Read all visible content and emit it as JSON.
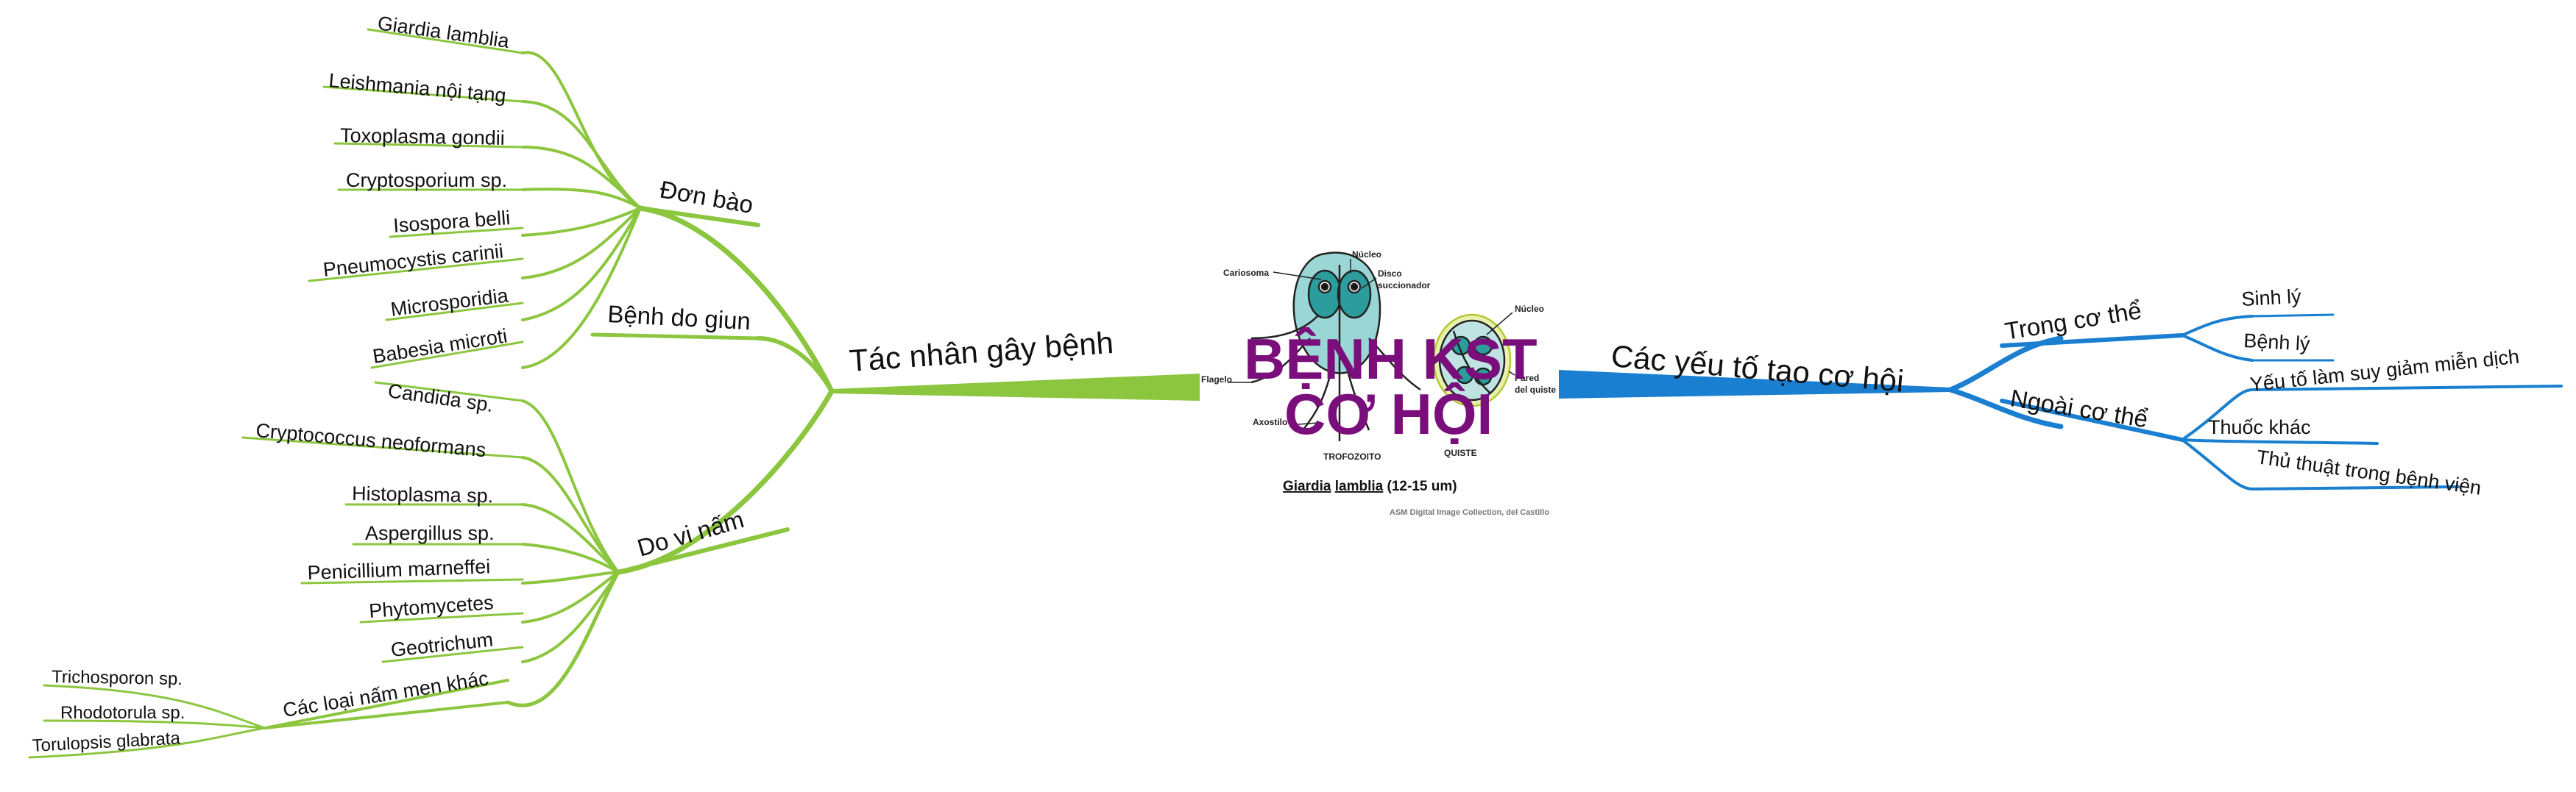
{
  "colors": {
    "left_branch": "#8cc63f",
    "right_branch": "#1a7fd0",
    "title": "#7a0e7a"
  },
  "center": {
    "title_line1": "BỆNH KST",
    "title_line2": "CƠ HỘI",
    "image": {
      "labels": {
        "cariosoma": "Cariosoma",
        "nucleo1": "Núcleo",
        "disco": "Disco",
        "succionador": "succionador",
        "nucleo2": "Núcleo",
        "flagelo": "Flagelo",
        "axostilo": "Axostilo",
        "pared": "Pared",
        "del_quiste": "del quiste",
        "trofozoito": "TROFOZOITO",
        "quiste": "QUISTE",
        "caption_genus": "Giardia",
        "caption_species": "lamblia",
        "caption_size": "(12-15 um)",
        "credit": "ASM Digital Image Collection, del Castillo"
      }
    }
  },
  "left": {
    "main_label": "Tác nhân gây bệnh",
    "don_bao": {
      "label": "Đơn bào",
      "items": [
        "Giardia lamblia",
        "Leishmania nội tạng",
        "Toxoplasma gondii",
        "Cryptosporium sp.",
        "Isospora belli",
        "Pneumocystis carinii",
        "Microsporidia",
        "Babesia microti"
      ]
    },
    "giun": {
      "label": "Bệnh do giun"
    },
    "nam": {
      "label": "Do vi nấm",
      "items": [
        "Candida sp.",
        "Cryptococcus neoformans",
        "Histoplasma sp.",
        "Aspergillus sp.",
        "Penicillium marneffei",
        "Phytomycetes",
        "Geotrichum"
      ],
      "men": {
        "label": "Các loại nấm men khác",
        "items": [
          "Trichosporon sp.",
          "Rhodotorula sp.",
          "Torulopsis glabrata"
        ]
      }
    }
  },
  "right": {
    "main_label": "Các yếu tố tạo cơ hội",
    "trong": {
      "label": "Trong cơ thể",
      "items": [
        "Sinh lý",
        "Bệnh lý"
      ]
    },
    "ngoai": {
      "label": "Ngoài cơ thể",
      "items": [
        "Yếu tố làm suy giảm miễn dịch",
        "Thuốc khác",
        "Thủ thuật trong bệnh viện"
      ]
    }
  }
}
